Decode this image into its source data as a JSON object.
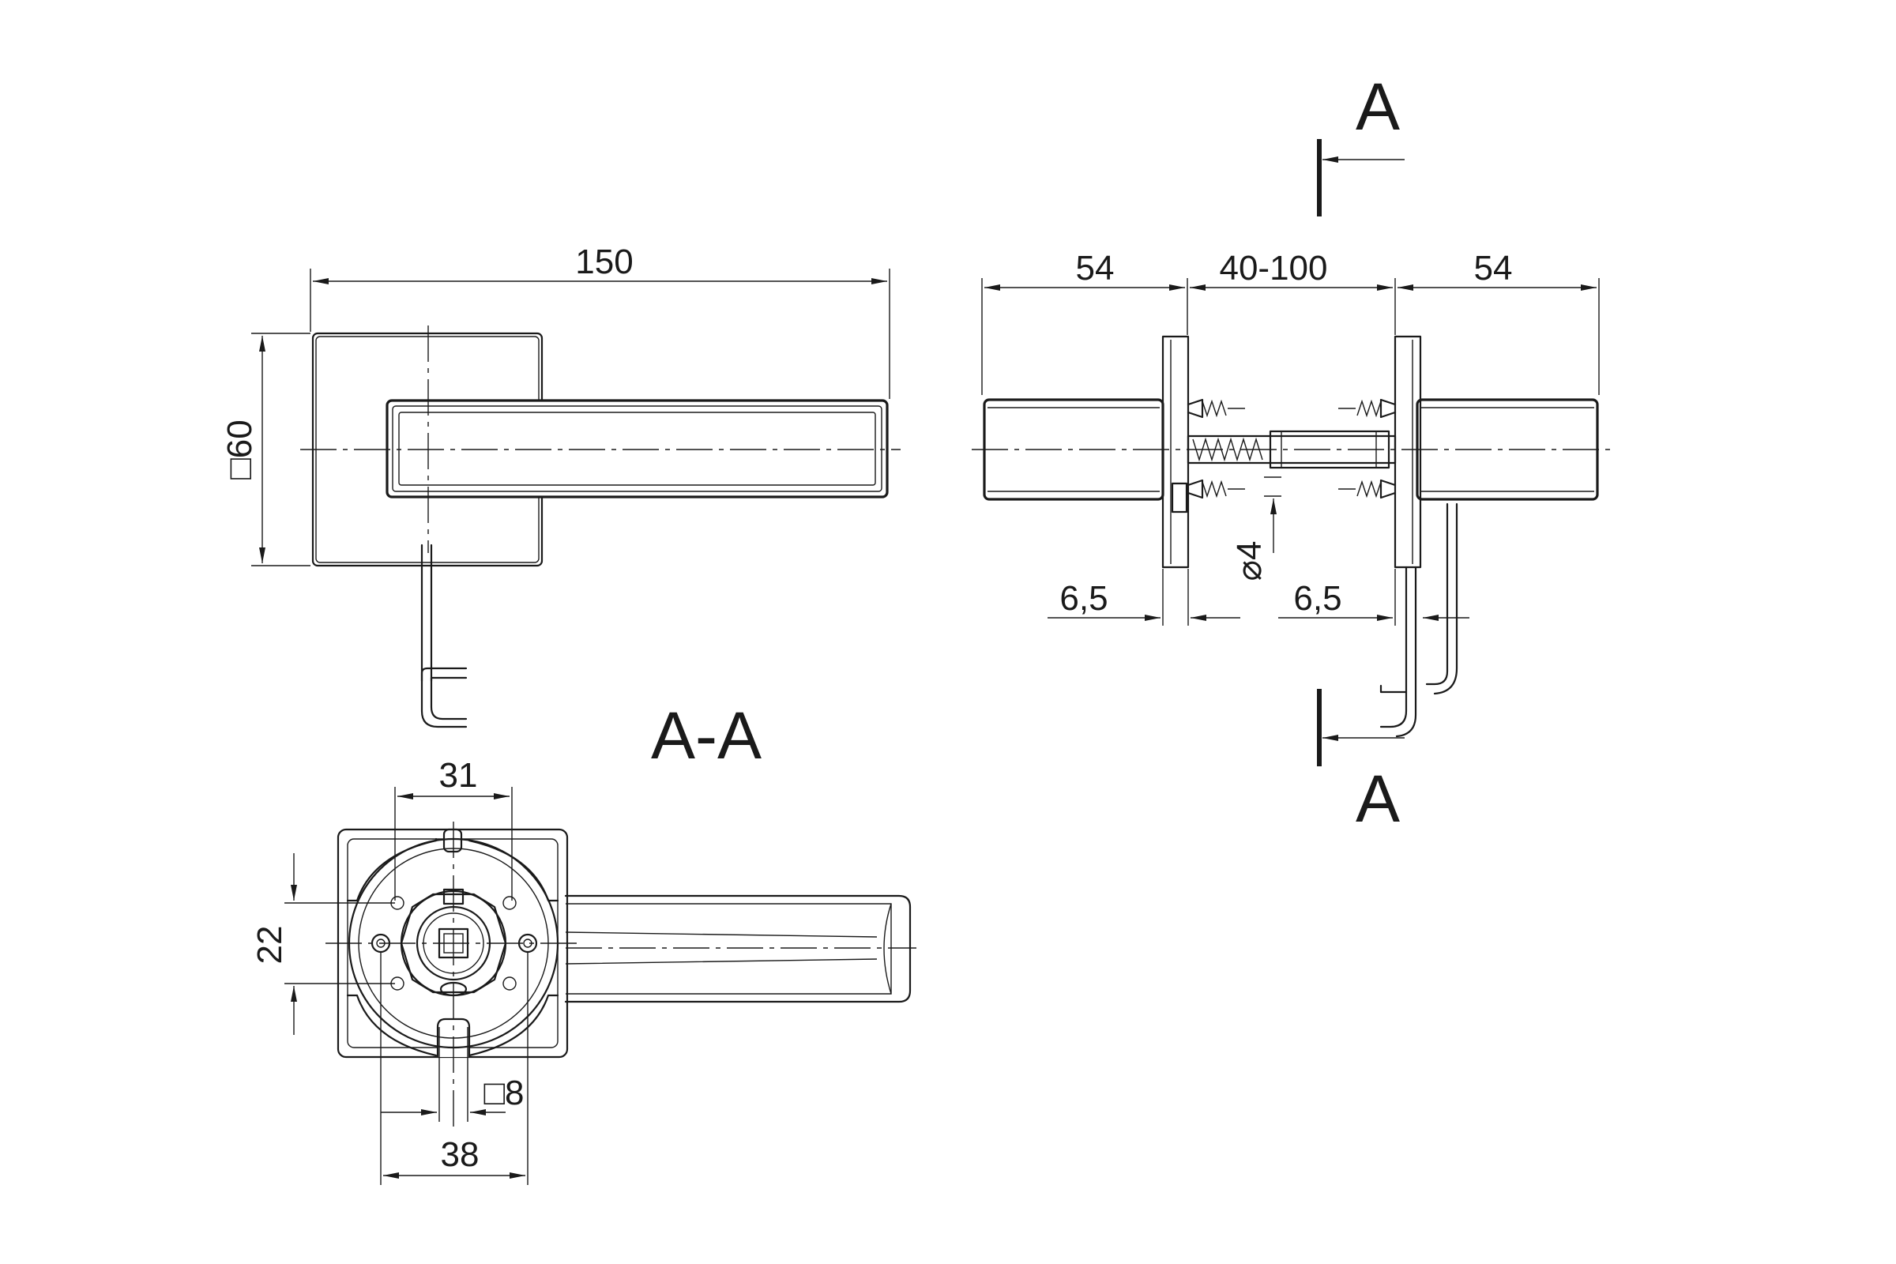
{
  "dimensions": {
    "overall_length": "150",
    "rose_square": "□60",
    "lever_length_left": "54",
    "door_thickness": "40-100",
    "lever_length_right": "54",
    "rose_thickness_left": "6,5",
    "rose_thickness_right": "6,5",
    "screw_diameter": "⌀4",
    "hole_spacing_top": "31",
    "hole_spacing_side": "22",
    "spindle_square": "□8",
    "hole_spacing_bottom": "38"
  },
  "section": {
    "marker_top": "A",
    "marker_bottom": "A",
    "title": "A-A"
  }
}
